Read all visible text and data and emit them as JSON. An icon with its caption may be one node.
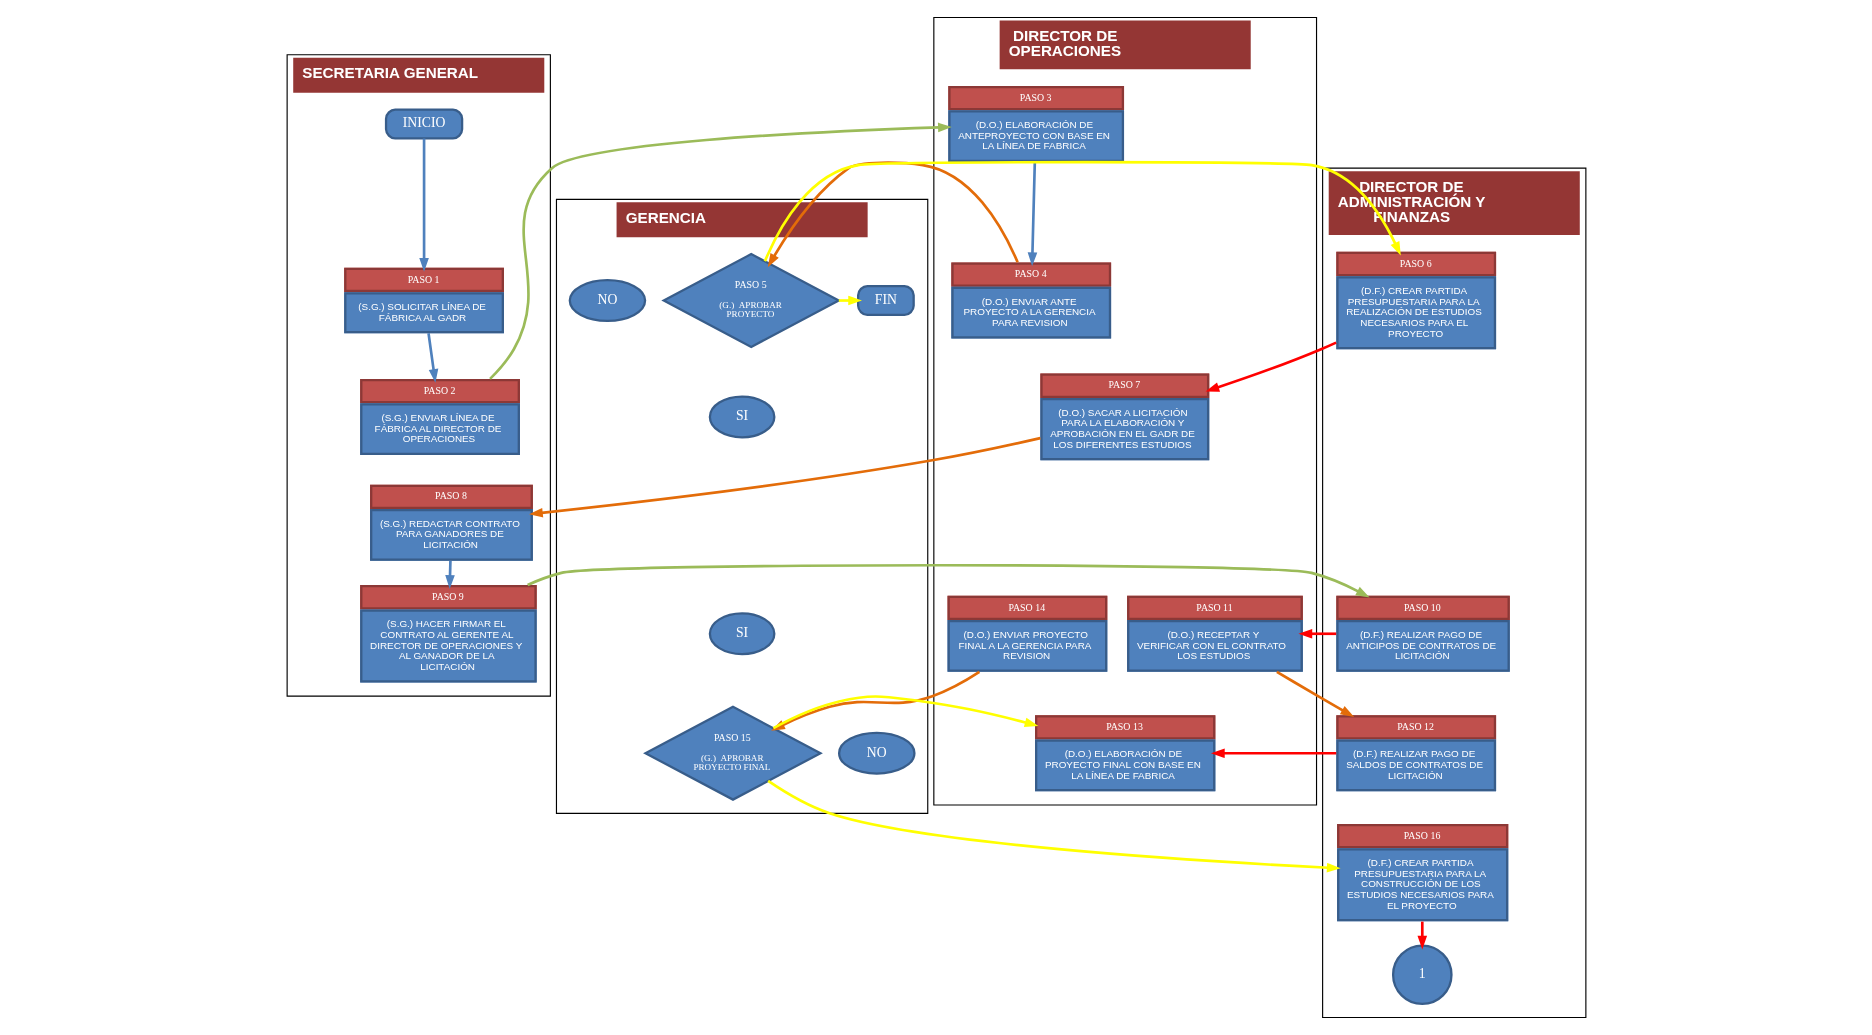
{
  "diagram": {
    "nodes": [
      {
        "text": [
          "SECRETARIA GENERAL"
        ]
      },
      {
        "text": [
          "INICIO"
        ],
        "in": 0
      },
      {
        "text": [
          "PASO 1",
          "(S.G.) SOLICITAR LÍNEA DE FÁBRICA AL GADR"
        ],
        "in": 0
      },
      {
        "text": [
          "PASO 2",
          "(S.G.) ENVIAR LÍNEA DE FÁBRICA AL DIRECTOR DE OPERACIONES"
        ],
        "in": 0
      },
      {
        "text": [
          "PASO 8",
          "(S.G.) REDACTAR CONTRATO PARA GANADORES DE LICITACIÓN"
        ],
        "in": 0
      },
      {
        "text": [
          "PASO 9",
          "(S.G.) HACER FIRMAR EL CONTRATO AL GERENTE AL DIRECTOR DE OPERACIONES Y AL GANADOR DE LA LICITACIÓN"
        ],
        "in": 0
      },
      {
        "text": [
          "DIRECTOR DE ADMINISTRACIÓN Y FINANZAS"
        ]
      },
      {
        "text": [
          "PASO 6",
          "(D.F.) CREAR PARTIDA PRESUPUESTARIA PARA LA REALIZACIÓN DE ESTUDIOS NECESARIOS PARA EL PROYECTO"
        ],
        "in": 6
      },
      {
        "text": [
          "PASO 10",
          "(D.F.) REALIZAR PAGO DE ANTICIPOS DE CONTRATOS DE LICITACIÓN"
        ],
        "in": 6
      },
      {
        "text": [
          "PASO 12",
          "(D.F.) REALIZAR PAGO DE SALDOS DE CONTRATOS DE LICITACIÓN"
        ],
        "in": 6
      },
      {
        "text": [
          "PASO 16",
          "(D.F.) CREAR PARTIDA PRESUPUESTARIA PARA LA CONSTRUCCIÓN DE LOS ESTUDIOS NECESARIOS PARA EL PROYECTO"
        ],
        "in": 6
      },
      {
        "text": [
          "1"
        ],
        "in": 6
      },
      {
        "text": [
          "DIRECTOR DE OPERACIONES"
        ]
      },
      {
        "text": [
          "PASO 3",
          "(D.O.) ELABORACIÓN DE ANTEPROYECTO CON BASE EN LA LÍNEA DE FABRICA"
        ],
        "in": 12
      },
      {
        "text": [
          "PASO 4",
          "(D.O.) ENVIAR ANTE PROYECTO A LA GERENCIA PARA REVISION"
        ],
        "in": 12
      },
      {
        "text": [
          "PASO 7",
          "(D.O.) SACAR A LICITACIÓN PARA LA ELABORACIÓN Y APROBACIÓN EN EL GADR DE LOS DIFERENTES ESTUDIOS"
        ],
        "in": 12
      },
      {
        "text": [
          "PASO 11",
          "(D.O.) RECEPTAR Y VERIFICAR CON EL CONTRATO  LOS ESTUDIOS"
        ],
        "in": 12
      },
      {
        "text": [
          "PASO 13",
          "(D.O.) ELABORACIÓN DE PROYECTO FINAL CON BASE EN LA LÍNEA DE FABRICA"
        ],
        "in": 12
      },
      {
        "text": [
          "PASO 14",
          "(D.O.) ENVIAR PROYECTO FINAL A LA GERENCIA PARA REVISION"
        ],
        "in": 12
      },
      {
        "text": [
          "GERENCIA"
        ]
      },
      {
        "text": [
          "PASO 5",
          "(G.)  APROBAR PROYECTO"
        ],
        "in": 19
      },
      {
        "text": [
          "NO"
        ],
        "in": 19
      },
      {
        "text": [
          "FIN"
        ],
        "in": 19
      },
      {
        "text": [
          "SI"
        ],
        "in": 19
      },
      {
        "text": [
          "NO"
        ],
        "in": 19
      },
      {
        "text": [
          "PASO 15",
          "(G.)  APROBAR PROYECTO FINAL"
        ],
        "in": 19
      },
      {
        "text": [
          "SI"
        ],
        "in": 19
      }
    ],
    "edges": [
      {
        "from": 1,
        "to": 2,
        "arrow": "to",
        "color": "#4f81bd"
      },
      {
        "from": 2,
        "to": 3,
        "arrow": "to",
        "color": "#4f81bd"
      },
      {
        "from": 3,
        "to": 13,
        "arrow": "to",
        "color": "#9bbb59"
      },
      {
        "from": 13,
        "to": 14,
        "arrow": "to",
        "color": "#4f81bd"
      },
      {
        "from": 14,
        "to": 20,
        "arrow": "to",
        "color": "#e36c09"
      },
      {
        "from": 20,
        "to": 22,
        "arrow": "to",
        "color": "#ffff00"
      },
      {
        "from": 20,
        "to": 7,
        "arrow": "to",
        "color": "#ffff00"
      },
      {
        "from": 7,
        "to": 15,
        "arrow": "to",
        "color": "#ff0000"
      },
      {
        "from": 15,
        "to": 4,
        "arrow": "to",
        "color": "#e36c09"
      },
      {
        "from": 4,
        "to": 5,
        "arrow": "to",
        "color": "#4f81bd"
      },
      {
        "from": 5,
        "to": 8,
        "arrow": "to",
        "color": "#9bbb59"
      },
      {
        "from": 8,
        "to": 16,
        "arrow": "to",
        "color": "#ff0000"
      },
      {
        "from": 16,
        "to": 9,
        "arrow": "to",
        "color": "#e36c09"
      },
      {
        "from": 9,
        "to": 17,
        "arrow": "to",
        "color": "#ff0000"
      },
      {
        "from": 18,
        "to": 25,
        "arrow": "to",
        "color": "#e36c09"
      },
      {
        "from": 25,
        "to": 17,
        "arrow": "to",
        "color": "#ffff00"
      },
      {
        "from": 25,
        "to": 10,
        "arrow": "to",
        "color": "#ffff00"
      },
      {
        "from": 10,
        "to": 11,
        "arrow": "to",
        "color": "#ff0000"
      }
    ]
  }
}
